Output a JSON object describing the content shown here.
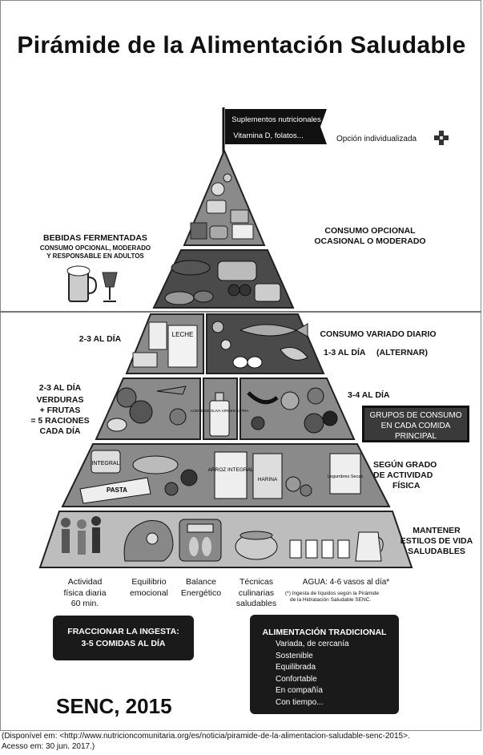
{
  "title": "Pirámide de la Alimentación Saludable",
  "flag": {
    "line1": "Suplementos nutricionales",
    "line2": "Vitamina D, folatos..."
  },
  "individual_option": "Opción individualizada",
  "left_labels": {
    "fermented_title": "BEBIDAS FERMENTADAS",
    "fermented_sub1": "CONSUMO OPCIONAL, MODERADO",
    "fermented_sub2": "Y RESPONSABLE EN ADULTOS",
    "dairy": "2-3  AL DÍA",
    "veg_line1": "2-3  AL DÍA",
    "veg_line2": "VERDURAS",
    "veg_line3": "+ FRUTAS",
    "veg_line4": "= 5 RACIONES",
    "veg_line5": "CADA DÍA"
  },
  "right_labels": {
    "optional_line1": "CONSUMO OPCIONAL",
    "optional_line2": "OCASIONAL O MODERADO",
    "varied": "CONSUMO VARIADO DIARIO",
    "protein_freq": "1-3  AL DÍA",
    "protein_alt": "(ALTERNAR)",
    "fruit_freq": "3-4  AL DÍA",
    "groups_line1": "GRUPOS DE CONSUMO",
    "groups_line2": "EN CADA COMIDA",
    "groups_line3": "PRINCIPAL",
    "activity_line1": "SEGÚN GRADO",
    "activity_line2": "DE ACTIVIDAD",
    "activity_line3": "FÍSICA",
    "lifestyle_line1": "MANTENER",
    "lifestyle_line2": "ESTILOS DE VIDA",
    "lifestyle_line3": "SALUDABLES"
  },
  "food_labels": {
    "milk": "LECHE",
    "olive_oil": "ACEITE DE OLIVA VIRGEN EXTRA",
    "pasta": "PASTA",
    "integral": "INTEGRAL",
    "arroz": "ARROZ INTEGRAL",
    "harina": "HARINA",
    "legumbres": "Legumbres Secas"
  },
  "base_captions": [
    {
      "l1": "Actividad",
      "l2": "física diaria",
      "l3": "60 min."
    },
    {
      "l1": "Equilibrio",
      "l2": "emocional",
      "l3": ""
    },
    {
      "l1": "Balance",
      "l2": "Energético",
      "l3": ""
    },
    {
      "l1": "Técnicas",
      "l2": "culinarias",
      "l3": "saludables"
    }
  ],
  "water": {
    "label": "AGUA: 4-6 vasos al día*",
    "note1": "(*) Ingesta de líquidos según la Pirámide",
    "note2": "de la Hidratación Saludable SENC."
  },
  "fraction_box": {
    "line1": "FRACCIONAR LA INGESTA:",
    "line2": "3-5 COMIDAS AL DÍA"
  },
  "tradition_box": {
    "title": "ALIMENTACIÓN TRADICIONAL",
    "items": [
      "Variada, de cercanía",
      "Sostenible",
      "Equilibrada",
      "Confortable",
      "En compañía",
      "Con tiempo..."
    ]
  },
  "credit": "SENC, 2015",
  "source_line1": "(Disponível em: <http://www.nutricioncomunitaria.org/es/noticia/piramide-de-la-alimentacion-saludable-senc-2015>.",
  "source_line2": " Acesso em: 30 jun. 2017.)",
  "colors": {
    "tier_fill": "#8a8a8a",
    "tier_dark": "#4a4a4a",
    "box_dark": "#1a1a1a"
  }
}
